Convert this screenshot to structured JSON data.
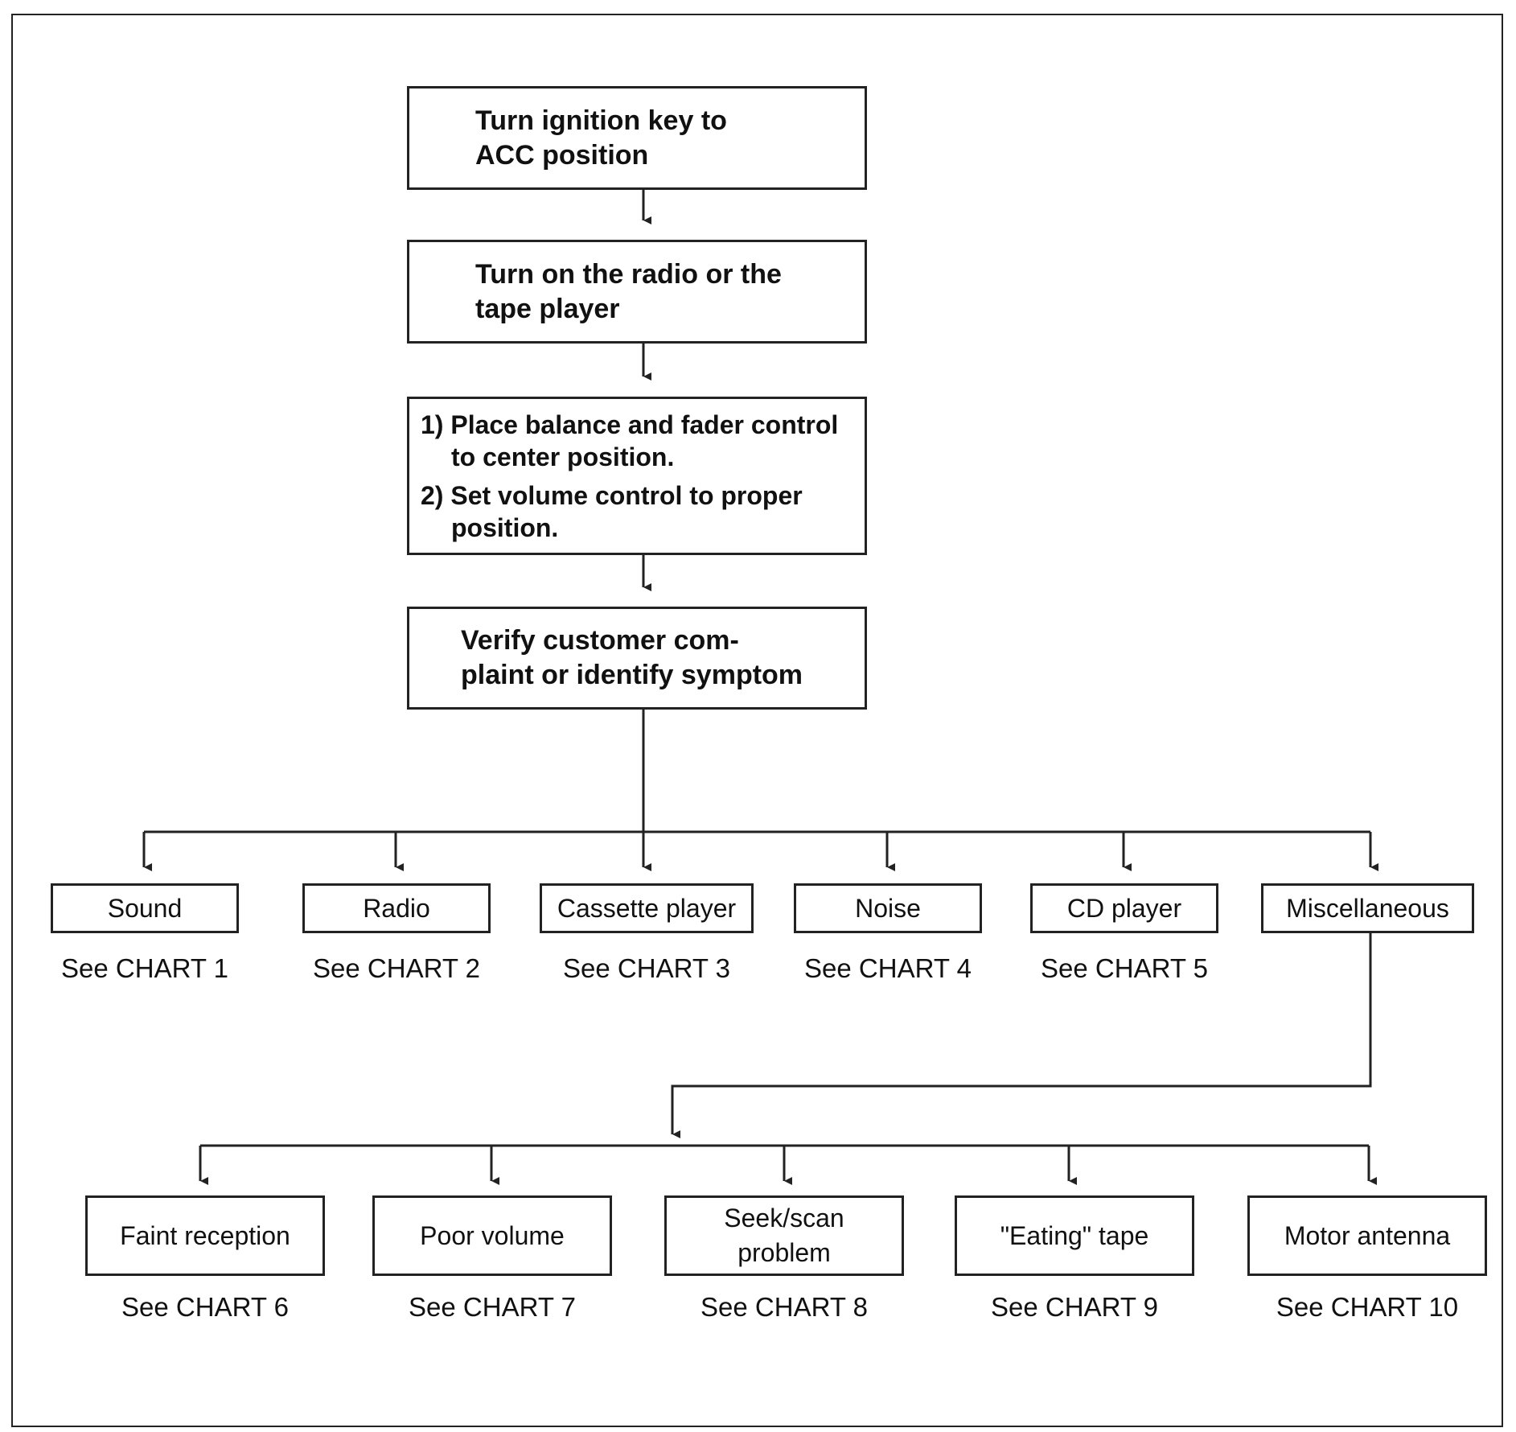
{
  "steps": [
    {
      "lines": [
        "Turn ignition key to",
        "ACC position"
      ]
    },
    {
      "lines": [
        "Turn on the radio or the",
        "tape player"
      ]
    },
    {
      "items": [
        {
          "num": "1)",
          "line1": "Place balance and fader control",
          "line2": "to center position."
        },
        {
          "num": "2)",
          "line1": "Set volume control to proper",
          "line2": "position."
        }
      ]
    },
    {
      "lines": [
        "Verify customer com-",
        "plaint  or identify symptom"
      ]
    }
  ],
  "categories": [
    {
      "label": "Sound",
      "ref": "See CHART 1"
    },
    {
      "label": "Radio",
      "ref": "See CHART 2"
    },
    {
      "label": "Cassette player",
      "ref": "See CHART 3"
    },
    {
      "label": "Noise",
      "ref": "See CHART 4"
    },
    {
      "label": "CD player",
      "ref": "See CHART 5"
    },
    {
      "label": "Miscellaneous",
      "ref": ""
    }
  ],
  "misc_items": [
    {
      "label": "Faint reception",
      "ref": "See CHART 6"
    },
    {
      "label": "Poor volume",
      "ref": "See CHART 7"
    },
    {
      "label": "Seek/scan\nproblem",
      "ref": "See CHART 8"
    },
    {
      "label": "\"Eating\" tape",
      "ref": "See CHART 9"
    },
    {
      "label": "Motor antenna",
      "ref": "See CHART 10"
    }
  ]
}
